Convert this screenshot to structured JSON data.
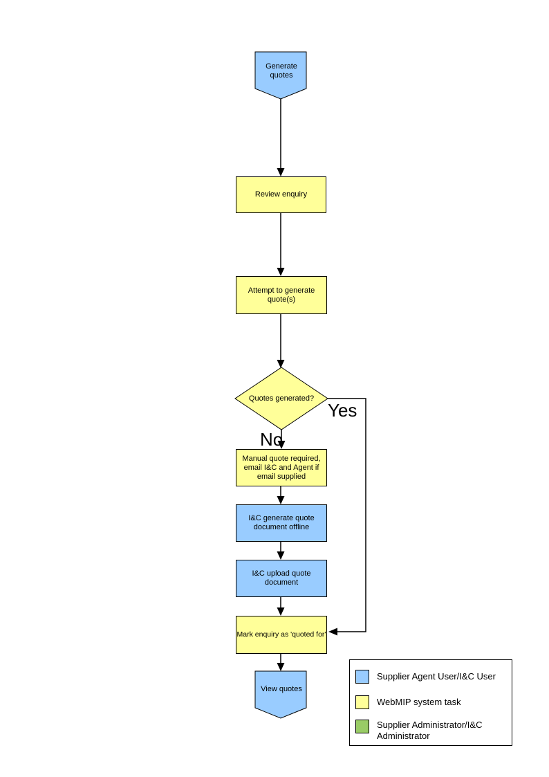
{
  "colors": {
    "blue": "#99CCFF",
    "yellow": "#FFFF99",
    "green": "#99CC66",
    "line": "#000000"
  },
  "flowchart": {
    "nodes": {
      "start": {
        "label": "Generate quotes",
        "type": "terminator"
      },
      "review": {
        "label": "Review enquiry",
        "type": "process"
      },
      "attempt": {
        "label": "Attempt to generate quote(s)",
        "type": "process"
      },
      "decision": {
        "label": "Quotes generated?",
        "type": "decision"
      },
      "manual": {
        "label": "Manual quote required, email I&C and Agent if email supplied",
        "type": "process"
      },
      "ic_generate": {
        "label": "I&C generate quote document offline",
        "type": "process"
      },
      "ic_upload": {
        "label": "I&C upload quote document",
        "type": "process"
      },
      "mark": {
        "label": "Mark enquiry as 'quoted for'",
        "type": "process"
      },
      "end": {
        "label": "View quotes",
        "type": "terminator"
      }
    },
    "branch_labels": {
      "yes": "Yes",
      "no": "No"
    }
  },
  "legend": {
    "items": [
      {
        "label": "Supplier Agent User/I&C User",
        "color": "#99CCFF"
      },
      {
        "label": "WebMIP system task",
        "color": "#FFFF99"
      },
      {
        "label": "Supplier Administrator/I&C Administrator",
        "color": "#99CC66"
      }
    ]
  }
}
